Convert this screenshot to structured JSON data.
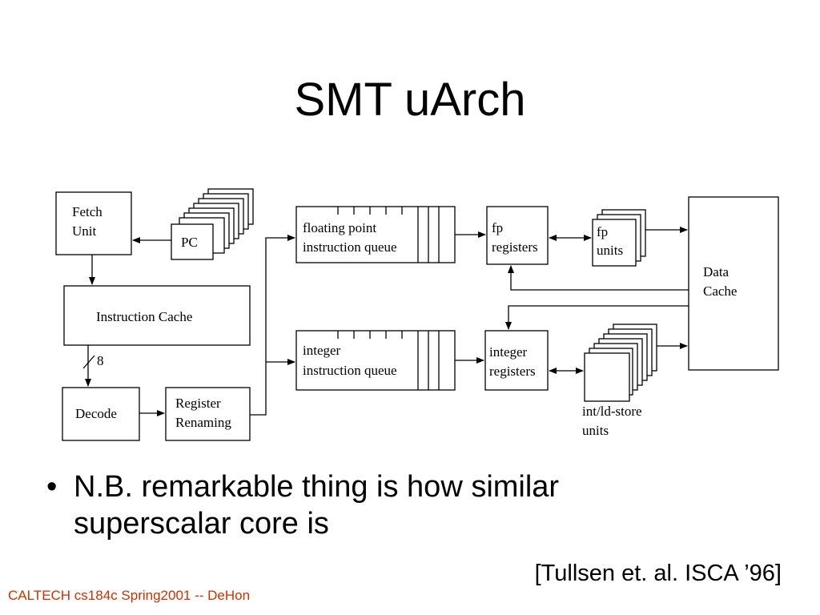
{
  "slide": {
    "title": "SMT uArch",
    "bullet_symbol": "•",
    "bullet_text": "N.B. remarkable thing is how similar superscalar core is",
    "citation": "[Tullsen et. al. ISCA ’96]",
    "footer": "CALTECH cs184c Spring2001 -- DeHon",
    "footer_color": "#cc3300"
  },
  "diagram": {
    "fetch_unit": [
      "Fetch",
      "Unit"
    ],
    "pc": "PC",
    "instruction_cache": "Instruction Cache",
    "fetch_width": "8",
    "decode": "Decode",
    "register_renaming": [
      "Register",
      "Renaming"
    ],
    "fp_queue": [
      "floating point",
      "instruction queue"
    ],
    "int_queue": [
      "integer",
      "instruction queue"
    ],
    "fp_registers": [
      "fp",
      "registers"
    ],
    "int_registers": [
      "integer",
      "registers"
    ],
    "fp_units": [
      "fp",
      "units"
    ],
    "int_units": [
      "int/ld-store",
      "units"
    ],
    "data_cache": [
      "Data",
      "Cache"
    ]
  }
}
